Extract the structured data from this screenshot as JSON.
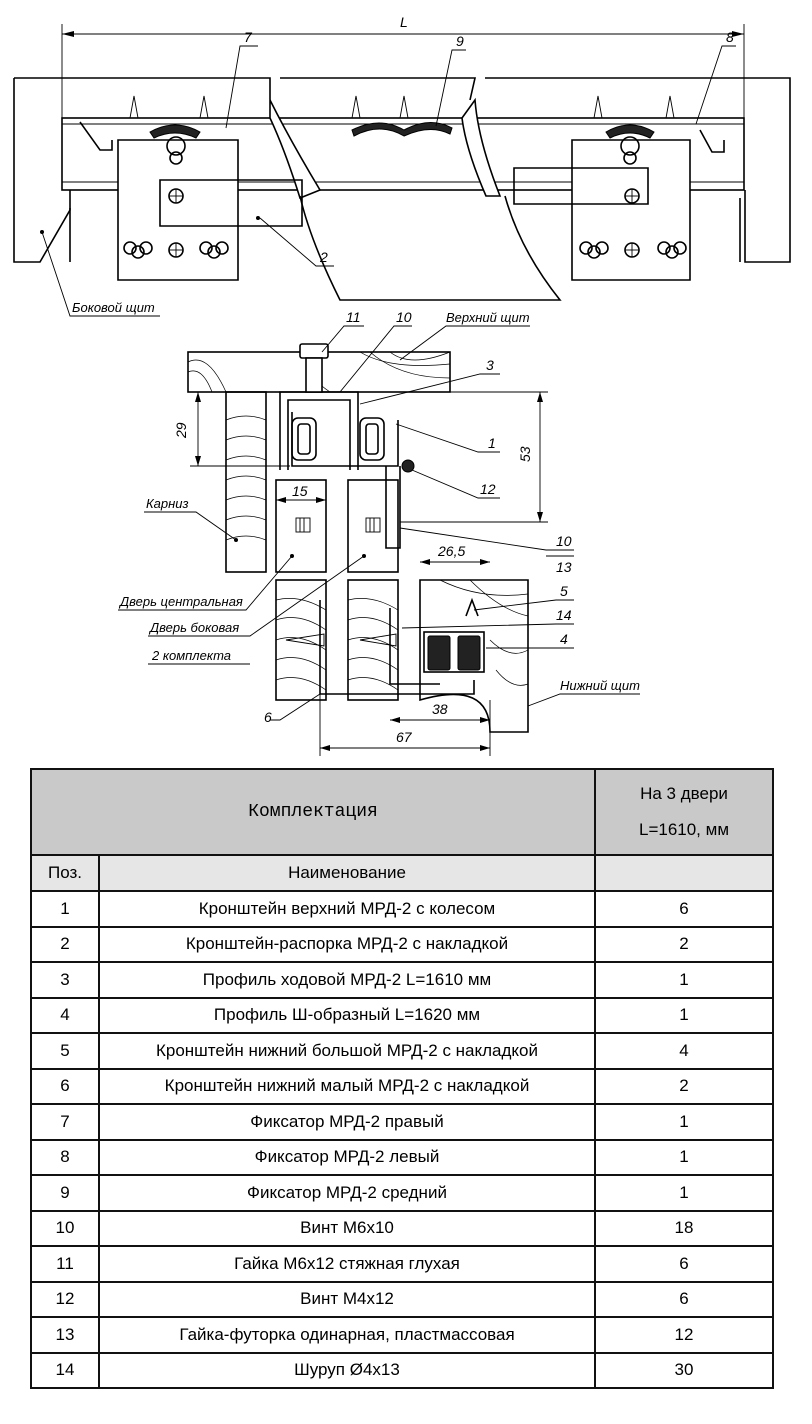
{
  "drawing": {
    "dimensions": {
      "overall_length": "L",
      "d29": "29",
      "d53": "53",
      "d15": "15",
      "d26_5": "26,5",
      "d38": "38",
      "d67": "67"
    },
    "callouts": {
      "n1": "1",
      "n2": "2",
      "n3": "3",
      "n4": "4",
      "n5": "5",
      "n6": "6",
      "n7": "7",
      "n8": "8",
      "n9": "9",
      "n10a": "10",
      "n10b": "10",
      "n11": "11",
      "n12": "12",
      "n13": "13",
      "n14": "14"
    },
    "labels": {
      "side_panel": "Боковой щит",
      "top_panel": "Верхний щит",
      "cornice": "Карниз",
      "central_door": "Дверь центральная",
      "side_door": "Дверь боковая",
      "two_sets": "2 комплекта",
      "bottom_panel": "Нижний щит"
    }
  },
  "table": {
    "title": "Комплектация",
    "qty_header_line1": "На 3 двери",
    "qty_header_line2": "L=1610, мм",
    "col_pos": "Поз.",
    "col_name": "Наименование",
    "rows": [
      {
        "pos": "1",
        "name": "Кронштейн верхний  МРД-2 с колесом",
        "qty": "6"
      },
      {
        "pos": "2",
        "name": "Кронштейн-распорка МРД-2 с накладкой",
        "qty": "2"
      },
      {
        "pos": "3",
        "name": "Профиль ходовой МРД-2 L=1610 мм",
        "qty": "1"
      },
      {
        "pos": "4",
        "name": "Профиль Ш-образный L=1620 мм",
        "qty": "1"
      },
      {
        "pos": "5",
        "name": "Кронштейн нижний большой МРД-2 с накладкой",
        "qty": "4"
      },
      {
        "pos": "6",
        "name": "Кронштейн нижний малый МРД-2 с накладкой",
        "qty": "2"
      },
      {
        "pos": "7",
        "name": "Фиксатор МРД-2 правый",
        "qty": "1"
      },
      {
        "pos": "8",
        "name": "Фиксатор МРД-2 левый",
        "qty": "1"
      },
      {
        "pos": "9",
        "name": "Фиксатор МРД-2 средний",
        "qty": "1"
      },
      {
        "pos": "10",
        "name": "Винт М6х10",
        "qty": "18"
      },
      {
        "pos": "11",
        "name": "Гайка М6х12 стяжная глухая",
        "qty": "6"
      },
      {
        "pos": "12",
        "name": "Винт М4х12",
        "qty": "6"
      },
      {
        "pos": "13",
        "name": "Гайка-футорка одинарная, пластмассовая",
        "qty": "12"
      },
      {
        "pos": "14",
        "name": "Шуруп Ø4х13",
        "qty": "30"
      }
    ]
  }
}
